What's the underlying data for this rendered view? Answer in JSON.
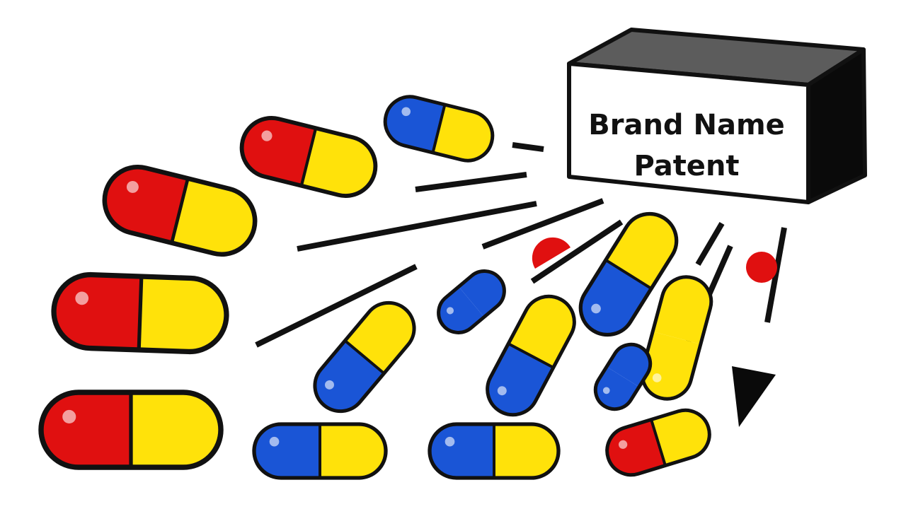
{
  "box": {
    "label_line1": "Brand Name",
    "label_line2": "Patent"
  },
  "colors": {
    "red": "#e01010",
    "yellow": "#ffe20a",
    "blue": "#1a55d6",
    "outline": "#111111",
    "box_top": "#5c5c5c",
    "box_side": "#0a0a0a",
    "box_front": "#ffffff"
  },
  "pills": [
    {
      "name": "pill-red-yellow-1",
      "colors": [
        "red",
        "yellow"
      ]
    },
    {
      "name": "pill-red-yellow-2",
      "colors": [
        "red",
        "yellow"
      ]
    },
    {
      "name": "pill-red-yellow-3",
      "colors": [
        "red",
        "yellow"
      ]
    },
    {
      "name": "pill-red-yellow-4",
      "colors": [
        "red",
        "yellow"
      ]
    },
    {
      "name": "pill-blue-yellow-top",
      "colors": [
        "blue",
        "yellow"
      ]
    },
    {
      "name": "pill-red-yellow-top",
      "colors": [
        "red",
        "yellow"
      ]
    },
    {
      "name": "pill-blue-yellow-bottom-1",
      "colors": [
        "blue",
        "yellow"
      ]
    },
    {
      "name": "pill-blue-yellow-bottom-2",
      "colors": [
        "blue",
        "yellow"
      ]
    },
    {
      "name": "pill-red-yellow-bottom",
      "colors": [
        "red",
        "yellow"
      ]
    },
    {
      "name": "pill-blue-yellow-falling-1",
      "colors": [
        "blue",
        "yellow"
      ]
    },
    {
      "name": "pill-blue-yellow-falling-2",
      "colors": [
        "blue",
        "yellow"
      ]
    },
    {
      "name": "pill-blue-yellow-falling-3",
      "colors": [
        "blue",
        "yellow"
      ]
    },
    {
      "name": "pill-yellow-falling",
      "colors": [
        "yellow",
        "yellow"
      ]
    },
    {
      "name": "pill-blue-small-1",
      "colors": [
        "blue",
        "blue"
      ]
    },
    {
      "name": "pill-blue-small-2",
      "colors": [
        "blue",
        "blue"
      ]
    }
  ]
}
